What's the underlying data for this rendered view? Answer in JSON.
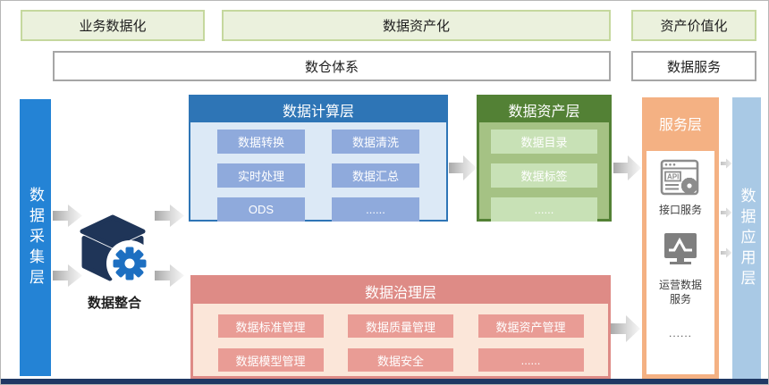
{
  "title_row": {
    "business": "业务数据化",
    "asset": "数据资产化",
    "value": "资产价值化"
  },
  "system_row": {
    "warehouse": "数仓体系",
    "service": "数据服务"
  },
  "collection_bar_label": "数据采集层",
  "integration": {
    "label": "数据整合",
    "icon": "cube-gear-icon"
  },
  "compute_layer": {
    "title": "数据计算层",
    "items": [
      "数据转换",
      "数据清洗",
      "实时处理",
      "数据汇总",
      "ODS",
      "......"
    ]
  },
  "asset_layer": {
    "title": "数据资产层",
    "items": [
      "数据目录",
      "数据标签",
      "......"
    ]
  },
  "governance_layer": {
    "title": "数据治理层",
    "items": [
      "数据标准管理",
      "数据质量管理",
      "数据资产管理",
      "数据模型管理",
      "数据安全",
      "......"
    ]
  },
  "service_layer": {
    "title": "服务层",
    "api_icon_text": "API",
    "api_label": "接口服务",
    "ops_label": "运营数据服务",
    "more": "......",
    "icons": [
      "api-browser-icon",
      "line-chart-monitor-icon"
    ]
  },
  "application_bar_label": "数据应用层",
  "colors": {
    "phase_fill": "#ebf1dd",
    "phase_border": "#c5d89e",
    "collection_bar": "#2483d5",
    "application_bar": "#a9c9e5",
    "compute_header": "#2e75b6",
    "compute_item": "#8faadc",
    "compute_body": "#dce9f6",
    "asset_header": "#538135",
    "asset_item": "#c8e1b6",
    "asset_body": "#a5c284",
    "governance_header": "#de8b86",
    "governance_item": "#e99c95",
    "governance_body": "#fbe6d9",
    "service_orange": "#f4b183",
    "bottom_bar_navy": "#1f3864",
    "cube_navy": "#1f3558",
    "gear_blue": "#1d6fc1"
  }
}
